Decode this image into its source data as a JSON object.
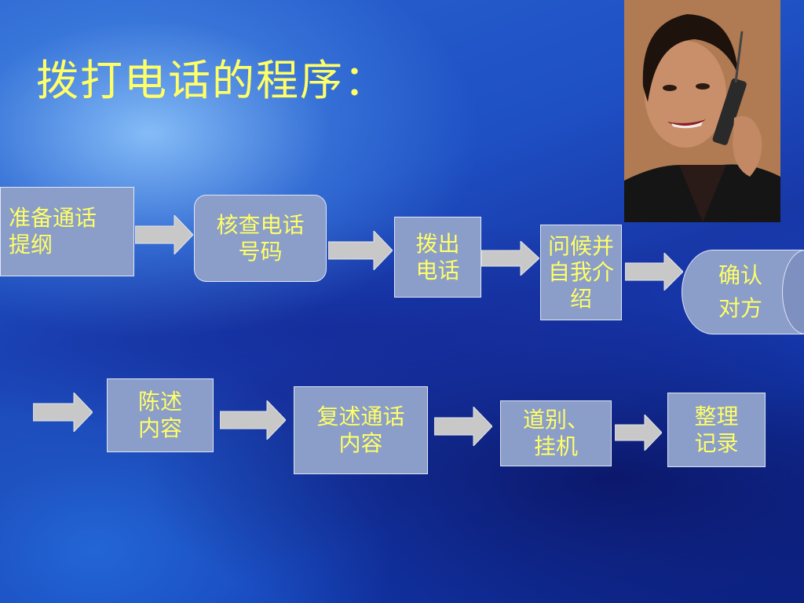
{
  "title": "拨打电话的程序：",
  "steps": [
    {
      "label": "准备通话提纲"
    },
    {
      "label": "核查电话号码"
    },
    {
      "label": "拨出电话"
    },
    {
      "label": "问候并自我介绍"
    },
    {
      "label": "确认对方"
    },
    {
      "label": "陈述内容"
    },
    {
      "label": "复述通话内容"
    },
    {
      "label": "道别、挂机"
    },
    {
      "label": "整理记录"
    }
  ],
  "colors": {
    "text": "#ffff66",
    "box_fill": "#8b9dc9",
    "box_border": "#dfe6f5",
    "arrow_fill": "#c8c8c8"
  },
  "photo": {
    "icon": "woman-on-phone-photo"
  }
}
